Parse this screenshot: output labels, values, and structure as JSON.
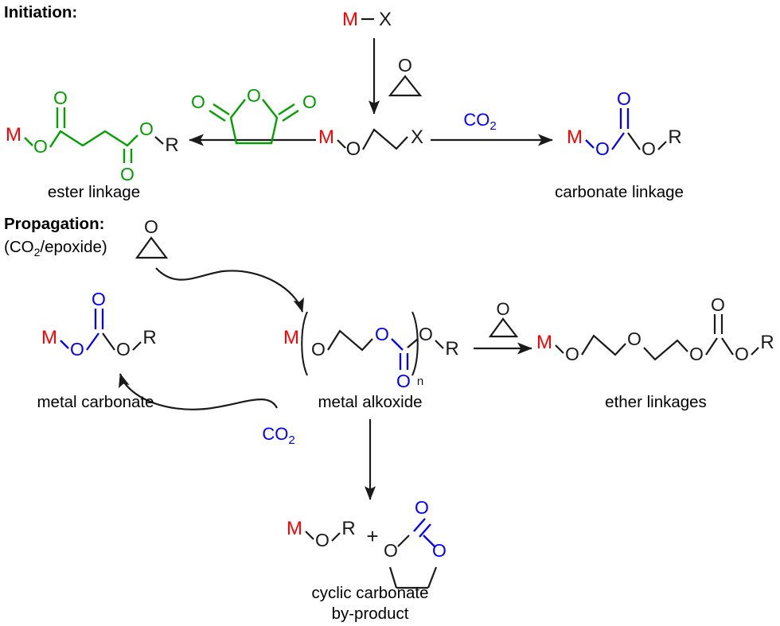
{
  "figure": {
    "kind": "reaction-scheme",
    "description": "Ring-opening copolymerization mechanism scheme: initiation and propagation pathways",
    "colors": {
      "metal": "#ff0000",
      "carbonate_blue": "#0000ff",
      "anhydride_green": "#00a000",
      "bond_black": "#1a1a1a",
      "background": "#ffffff"
    }
  },
  "sections": {
    "initiation": {
      "heading": "Initiation:"
    },
    "propagation": {
      "heading": "Propagation:",
      "subheading_pre": "(CO",
      "subheading_sub": "2",
      "subheading_post": "/epoxide)"
    }
  },
  "labels": {
    "ester_linkage": "ester linkage",
    "carbonate_linkage": "carbonate linkage",
    "metal_carbonate": "metal carbonate",
    "metal_alkoxide": "metal alkoxide",
    "ether_linkages": "ether linkages",
    "cyclic_carbonate_line1": "cyclic carbonate",
    "cyclic_carbonate_line2": "by-product"
  },
  "reagents": {
    "co2_top": "CO",
    "co2_top_sub": "2",
    "co2_cycle": "CO",
    "co2_cycle_sub": "2"
  },
  "atoms": {
    "metal": "M",
    "halide": "X",
    "oxygen": "O",
    "group_r": "R",
    "repeat_n": "n",
    "plus": "+"
  },
  "structures": {
    "initiator": {
      "name": "metal halide",
      "formula": "M-X"
    },
    "epoxide": {
      "name": "epoxide",
      "apex_atom": "O"
    },
    "metal_haloalkoxide": {
      "name": "metal haloalkoxide",
      "formula": "M-O-CH2CH2-X"
    },
    "succinic_anhydride": {
      "name": "cyclic anhydride",
      "ring_apex": "O",
      "carbonyls": [
        "O",
        "O"
      ]
    },
    "ester_product": {
      "name": "ester linkage product",
      "formula": "M-O-C(=O)-CH2CH2-C(=O)-O-R"
    },
    "carbonate_product": {
      "name": "carbonate linkage product",
      "formula": "M-O-C(=O)-O-R"
    },
    "metal_carbonate": {
      "name": "metal carbonate",
      "formula": "M-O-C(=O)-O-R"
    },
    "metal_alkoxide": {
      "name": "metal alkoxide",
      "formula": "M-(O-CH2CH2-O-C(=O))n-O-R"
    },
    "ether_product": {
      "name": "ether linkages product",
      "formula": "M-O-CH2CH2-O-CH2CH2-O-C(=O)-O-R"
    },
    "metal_alkoxide_terminal": {
      "name": "metal alkoxide",
      "formula": "M-O-R"
    },
    "cyclic_carbonate": {
      "name": "cyclic carbonate",
      "ring_atoms": [
        "O",
        "O"
      ],
      "carbonyl": "O"
    }
  }
}
